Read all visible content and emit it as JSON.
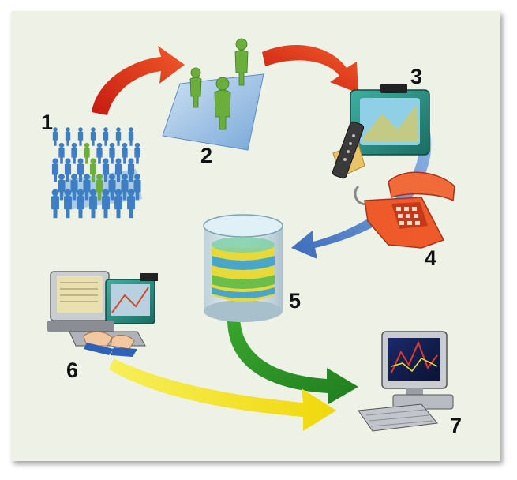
{
  "steps": [
    {
      "label": "1",
      "icon": "crowd-icon"
    },
    {
      "label": "2",
      "icon": "sample-group-icon"
    },
    {
      "label": "3",
      "icon": "tv-remote-icon"
    },
    {
      "label": "4",
      "icon": "telephone-icon"
    },
    {
      "label": "5",
      "icon": "database-cylinder-icon"
    },
    {
      "label": "6",
      "icon": "workstation-icon"
    },
    {
      "label": "7",
      "icon": "analysis-computer-icon"
    }
  ],
  "colors": {
    "background": "#eef2e6",
    "arrow_red": "#e5391c",
    "arrow_blue": "#4a7fd0",
    "arrow_green": "#2f9e2a",
    "arrow_yellow": "#f2e21a",
    "person_blue": "#3e7fc4",
    "person_green": "#6cae3c",
    "phone_orange": "#ee5a2a",
    "cylinder_yellow": "#e7d93a"
  }
}
